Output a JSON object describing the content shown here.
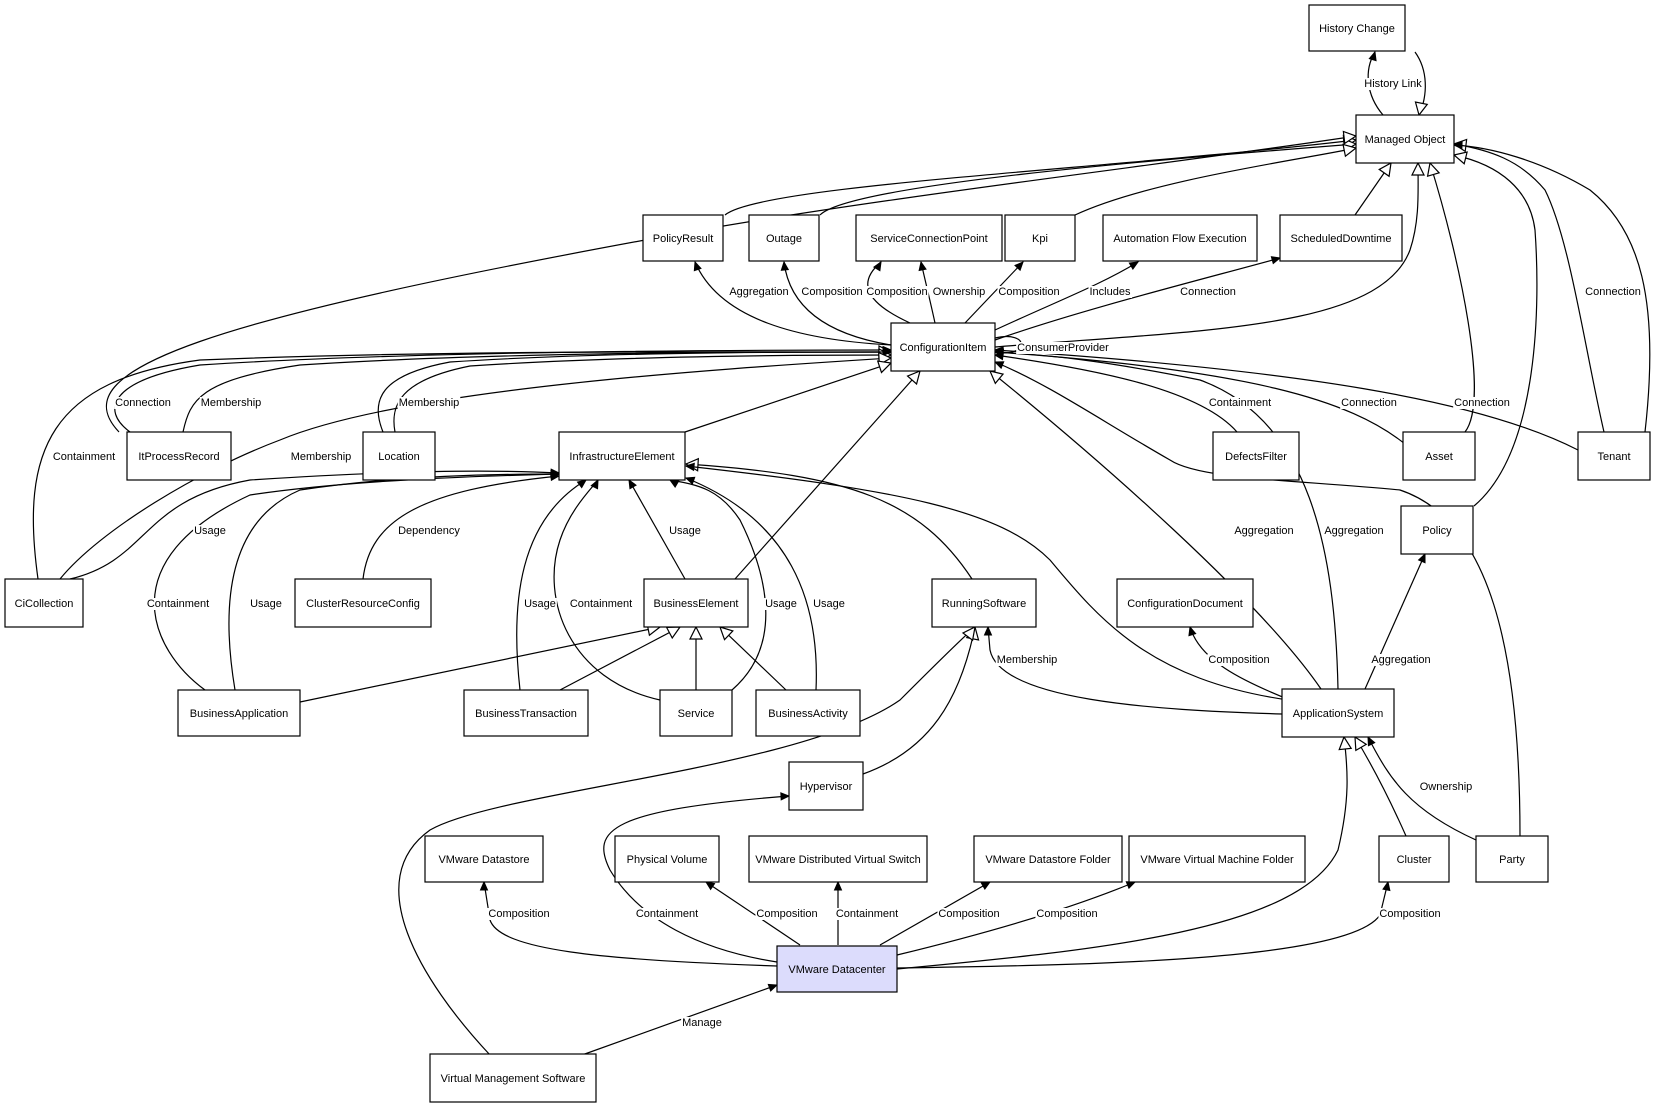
{
  "nodes": [
    {
      "id": "history-change",
      "label": "History Change"
    },
    {
      "id": "managed-object",
      "label": "Managed Object"
    },
    {
      "id": "policy-result",
      "label": "PolicyResult"
    },
    {
      "id": "outage",
      "label": "Outage"
    },
    {
      "id": "service-connection-point",
      "label": "ServiceConnectionPoint"
    },
    {
      "id": "kpi",
      "label": "Kpi"
    },
    {
      "id": "automation-flow-execution",
      "label": "Automation Flow Execution"
    },
    {
      "id": "scheduled-downtime",
      "label": "ScheduledDowntime"
    },
    {
      "id": "configuration-item",
      "label": "ConfigurationItem"
    },
    {
      "id": "it-process-record",
      "label": "ItProcessRecord"
    },
    {
      "id": "location",
      "label": "Location"
    },
    {
      "id": "infrastructure-element",
      "label": "InfrastructureElement"
    },
    {
      "id": "defects-filter",
      "label": "DefectsFilter"
    },
    {
      "id": "asset",
      "label": "Asset"
    },
    {
      "id": "tenant",
      "label": "Tenant"
    },
    {
      "id": "policy",
      "label": "Policy"
    },
    {
      "id": "ci-collection",
      "label": "CiCollection"
    },
    {
      "id": "cluster-resource-config",
      "label": "ClusterResourceConfig"
    },
    {
      "id": "business-element",
      "label": "BusinessElement"
    },
    {
      "id": "running-software",
      "label": "RunningSoftware"
    },
    {
      "id": "configuration-document",
      "label": "ConfigurationDocument"
    },
    {
      "id": "business-application",
      "label": "BusinessApplication"
    },
    {
      "id": "business-transaction",
      "label": "BusinessTransaction"
    },
    {
      "id": "service",
      "label": "Service"
    },
    {
      "id": "business-activity",
      "label": "BusinessActivity"
    },
    {
      "id": "application-system",
      "label": "ApplicationSystem"
    },
    {
      "id": "hypervisor",
      "label": "Hypervisor"
    },
    {
      "id": "vmware-datastore",
      "label": "VMware Datastore"
    },
    {
      "id": "physical-volume",
      "label": "Physical Volume"
    },
    {
      "id": "vmware-distributed-virtual-switch",
      "label": "VMware Distributed Virtual Switch"
    },
    {
      "id": "vmware-datastore-folder",
      "label": "VMware Datastore Folder"
    },
    {
      "id": "vmware-virtual-machine-folder",
      "label": "VMware Virtual Machine Folder"
    },
    {
      "id": "cluster",
      "label": "Cluster"
    },
    {
      "id": "party",
      "label": "Party"
    },
    {
      "id": "vmware-datacenter",
      "label": "VMware Datacenter",
      "highlight": true
    },
    {
      "id": "virtual-management-software",
      "label": "Virtual Management Software"
    }
  ],
  "edges": [
    {
      "from": "managed-object",
      "to": "history-change",
      "arrow": "filled",
      "label": "History Link"
    },
    {
      "from": "history-change",
      "to": "managed-object",
      "arrow": "hollow",
      "label": ""
    },
    {
      "from": "policy-result",
      "to": "managed-object",
      "arrow": "hollow",
      "label": ""
    },
    {
      "from": "outage",
      "to": "managed-object",
      "arrow": "hollow",
      "label": ""
    },
    {
      "from": "kpi",
      "to": "managed-object",
      "arrow": "hollow",
      "label": ""
    },
    {
      "from": "scheduled-downtime",
      "to": "managed-object",
      "arrow": "hollow",
      "label": ""
    },
    {
      "from": "it-process-record",
      "to": "managed-object",
      "arrow": "hollow",
      "label": ""
    },
    {
      "from": "configuration-item",
      "to": "managed-object",
      "arrow": "hollow",
      "label": ""
    },
    {
      "from": "asset",
      "to": "managed-object",
      "arrow": "hollow",
      "label": ""
    },
    {
      "from": "tenant",
      "to": "managed-object",
      "arrow": "hollow",
      "label": ""
    },
    {
      "from": "tenant",
      "to": "managed-object",
      "arrow": "filled",
      "label": "Connection"
    },
    {
      "from": "policy",
      "to": "managed-object",
      "arrow": "hollow",
      "label": ""
    },
    {
      "from": "configuration-item",
      "to": "policy-result",
      "arrow": "filled",
      "label": "Aggregation"
    },
    {
      "from": "configuration-item",
      "to": "outage",
      "arrow": "filled",
      "label": "Composition"
    },
    {
      "from": "configuration-item",
      "to": "service-connection-point",
      "arrow": "filled",
      "label": "Composition"
    },
    {
      "from": "configuration-item",
      "to": "service-connection-point",
      "arrow": "filled",
      "label": "Ownership"
    },
    {
      "from": "configuration-item",
      "to": "kpi",
      "arrow": "filled",
      "label": "Composition"
    },
    {
      "from": "configuration-item",
      "to": "automation-flow-execution",
      "arrow": "filled",
      "label": "Includes"
    },
    {
      "from": "configuration-item",
      "to": "scheduled-downtime",
      "arrow": "filled",
      "label": "Connection"
    },
    {
      "from": "configuration-item",
      "to": "configuration-item",
      "arrow": "filled",
      "label": "ConsumerProvider"
    },
    {
      "from": "it-process-record",
      "to": "configuration-item",
      "arrow": "filled",
      "label": "Connection"
    },
    {
      "from": "it-process-record",
      "to": "configuration-item",
      "arrow": "hollow",
      "label": "Membership"
    },
    {
      "from": "location",
      "to": "configuration-item",
      "arrow": "filled",
      "label": "Membership"
    },
    {
      "from": "location",
      "to": "configuration-item",
      "arrow": "hollow",
      "label": ""
    },
    {
      "from": "ci-collection",
      "to": "configuration-item",
      "arrow": "filled",
      "label": "Containment"
    },
    {
      "from": "ci-collection",
      "to": "configuration-item",
      "arrow": "hollow",
      "label": "Membership"
    },
    {
      "from": "infrastructure-element",
      "to": "configuration-item",
      "arrow": "hollow",
      "label": ""
    },
    {
      "from": "business-element",
      "to": "configuration-item",
      "arrow": "hollow",
      "label": ""
    },
    {
      "from": "defects-filter",
      "to": "configuration-item",
      "arrow": "filled",
      "label": "Containment"
    },
    {
      "from": "asset",
      "to": "configuration-item",
      "arrow": "filled",
      "label": "Connection"
    },
    {
      "from": "tenant",
      "to": "configuration-item",
      "arrow": "filled",
      "label": "Connection"
    },
    {
      "from": "application-system",
      "to": "configuration-item",
      "arrow": "filled",
      "label": "Aggregation"
    },
    {
      "from": "application-system",
      "to": "configuration-item",
      "arrow": "hollow",
      "label": "Aggregation"
    },
    {
      "from": "party",
      "to": "configuration-item",
      "arrow": "filled",
      "label": ""
    },
    {
      "from": "ci-collection",
      "to": "infrastructure-element",
      "arrow": "filled",
      "label": "Usage"
    },
    {
      "from": "cluster-resource-config",
      "to": "infrastructure-element",
      "arrow": "filled",
      "label": "Dependency"
    },
    {
      "from": "business-application",
      "to": "infrastructure-element",
      "arrow": "filled",
      "label": "Containment"
    },
    {
      "from": "business-application",
      "to": "infrastructure-element",
      "arrow": "filled",
      "label": "Usage"
    },
    {
      "from": "business-transaction",
      "to": "infrastructure-element",
      "arrow": "filled",
      "label": "Usage"
    },
    {
      "from": "service",
      "to": "infrastructure-element",
      "arrow": "filled",
      "label": "Containment"
    },
    {
      "from": "business-element",
      "to": "infrastructure-element",
      "arrow": "filled",
      "label": "Usage"
    },
    {
      "from": "service",
      "to": "infrastructure-element",
      "arrow": "filled",
      "label": "Usage"
    },
    {
      "from": "business-activity",
      "to": "infrastructure-element",
      "arrow": "filled",
      "label": "Usage"
    },
    {
      "from": "running-software",
      "to": "infrastructure-element",
      "arrow": "hollow",
      "label": ""
    },
    {
      "from": "application-system",
      "to": "infrastructure-element",
      "arrow": "filled",
      "label": ""
    },
    {
      "from": "business-application",
      "to": "business-element",
      "arrow": "hollow",
      "label": ""
    },
    {
      "from": "business-transaction",
      "to": "business-element",
      "arrow": "hollow",
      "label": ""
    },
    {
      "from": "service",
      "to": "business-element",
      "arrow": "hollow",
      "label": ""
    },
    {
      "from": "business-activity",
      "to": "business-element",
      "arrow": "hollow",
      "label": ""
    },
    {
      "from": "application-system",
      "to": "running-software",
      "arrow": "filled",
      "label": "Membership"
    },
    {
      "from": "hypervisor",
      "to": "running-software",
      "arrow": "hollow",
      "label": ""
    },
    {
      "from": "virtual-management-software",
      "to": "running-software",
      "arrow": "hollow",
      "label": ""
    },
    {
      "from": "application-system",
      "to": "configuration-document",
      "arrow": "filled",
      "label": "Composition"
    },
    {
      "from": "application-system",
      "to": "policy",
      "arrow": "filled",
      "label": "Aggregation"
    },
    {
      "from": "party",
      "to": "application-system",
      "arrow": "filled",
      "label": "Ownership"
    },
    {
      "from": "cluster",
      "to": "application-system",
      "arrow": "hollow",
      "label": ""
    },
    {
      "from": "vmware-datacenter",
      "to": "application-system",
      "arrow": "hollow",
      "label": ""
    },
    {
      "from": "vmware-datacenter",
      "to": "hypervisor",
      "arrow": "filled",
      "label": "Containment"
    },
    {
      "from": "vmware-datacenter",
      "to": "vmware-datastore",
      "arrow": "filled",
      "label": "Composition"
    },
    {
      "from": "vmware-datacenter",
      "to": "physical-volume",
      "arrow": "filled",
      "label": "Composition"
    },
    {
      "from": "vmware-datacenter",
      "to": "vmware-distributed-virtual-switch",
      "arrow": "filled",
      "label": "Containment"
    },
    {
      "from": "vmware-datacenter",
      "to": "vmware-datastore-folder",
      "arrow": "filled",
      "label": "Composition"
    },
    {
      "from": "vmware-datacenter",
      "to": "vmware-virtual-machine-folder",
      "arrow": "filled",
      "label": "Composition"
    },
    {
      "from": "vmware-datacenter",
      "to": "cluster",
      "arrow": "filled",
      "label": "Composition"
    },
    {
      "from": "virtual-management-software",
      "to": "vmware-datacenter",
      "arrow": "filled",
      "label": "Manage"
    }
  ],
  "colors": {
    "node_fill": "#ffffff",
    "highlight_fill": "#dcdcfc",
    "stroke": "#000000"
  }
}
